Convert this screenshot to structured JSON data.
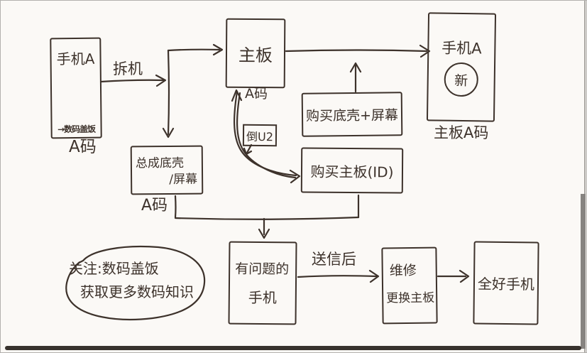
{
  "colors": {
    "ink": "#3d322b",
    "paper": "#fbf9f6"
  },
  "nodes": {
    "phone_a": {
      "title": "手机A",
      "watermark": "→数码盖饭",
      "caption": "A码"
    },
    "mainboard": {
      "title": "主板",
      "caption": "A码"
    },
    "phone_new": {
      "title": "手机A",
      "badge": "新",
      "caption": "主板A码"
    },
    "buy_shell": {
      "title": "购买底壳+屏幕"
    },
    "u2": {
      "title": "倒U2"
    },
    "buy_board": {
      "title": "购买主板(ID)"
    },
    "assembly": {
      "line1": "总成底壳",
      "line2": "/屏幕",
      "caption": "A码"
    },
    "problem_phone": {
      "line1": "有问题的",
      "line2": "手机"
    },
    "repair": {
      "line1": "维修",
      "line2": "更换主板"
    },
    "good_phone": {
      "title": "全好手机"
    },
    "note": {
      "line1": "关注:数码盖饭",
      "line2": "获取更多数码知识"
    }
  },
  "edges": {
    "disassemble": {
      "label": "拆机"
    },
    "after_send": {
      "label": "送信后"
    }
  }
}
